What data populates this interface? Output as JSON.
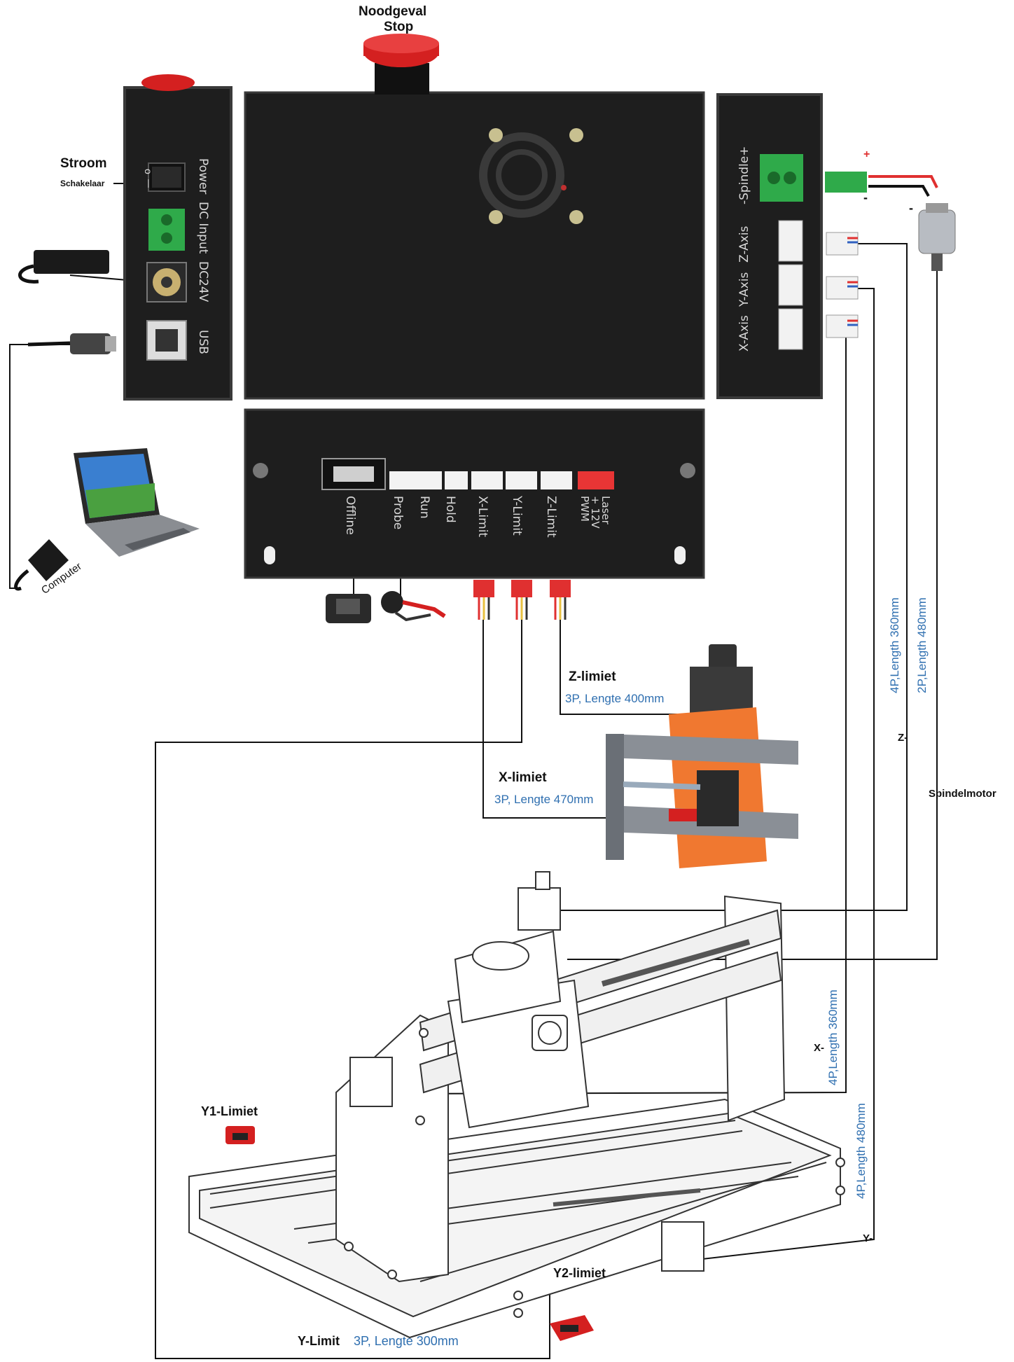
{
  "labels": {
    "emergency_stop": [
      "Noodgeval",
      "Stop"
    ],
    "power_switch": [
      "Stroom",
      "Schakelaar"
    ],
    "computer": "Computer",
    "z_limit": {
      "title": "Z-limiet",
      "spec": "3P,  Lengte  400mm"
    },
    "x_limit": {
      "title": "X-limiet",
      "spec": "3P,  Lengte  470mm"
    },
    "y1_limit": "Y1-Limiet",
    "y2_limit": "Y2-limiet",
    "y_limit": {
      "title": "Y-Limit",
      "spec": "3P,  Lengte  300mm"
    },
    "spindle_motor": "Spindelmotor",
    "z_minus": "Z-",
    "x_minus": "X-",
    "y_minus": "Y-",
    "plus": "+",
    "minus_a": "-",
    "minus_b": "-",
    "cable_z_4p": "4P,Length 360mm",
    "cable_spindle_2p": "2P,Length 480mm",
    "cable_x_4p": "4P,Length 360mm",
    "cable_y_4p": "4P,Length 480mm"
  },
  "left_panel": {
    "labels": [
      "Power",
      "DC Input",
      "DC24V",
      "USB"
    ],
    "switch_marks": [
      "o",
      "—"
    ]
  },
  "right_panel": {
    "labels": [
      "-Spindle+",
      "Z-Axis",
      "Y-Axis",
      "X-Axis"
    ]
  },
  "bottom_panel": {
    "port_labels": [
      "Offline",
      "Probe",
      "Run",
      "Hold",
      "X-Limit",
      "Y-Limit",
      "Z-Limit",
      "Laser\n+ 12V\nPWM"
    ]
  },
  "colors": {
    "panel": "#1e1e1e",
    "panel_edge": "#3a3a3a",
    "stop_red": "#d42020",
    "terminal_green": "#2faa4a",
    "connector_white": "#f2f2f2",
    "connector_red": "#e03030",
    "laser_red": "#e83535",
    "cable_blue": "#2f6fb0",
    "aluminium": "#8a8f96",
    "orange": "#f07830",
    "wire": "#111111"
  }
}
